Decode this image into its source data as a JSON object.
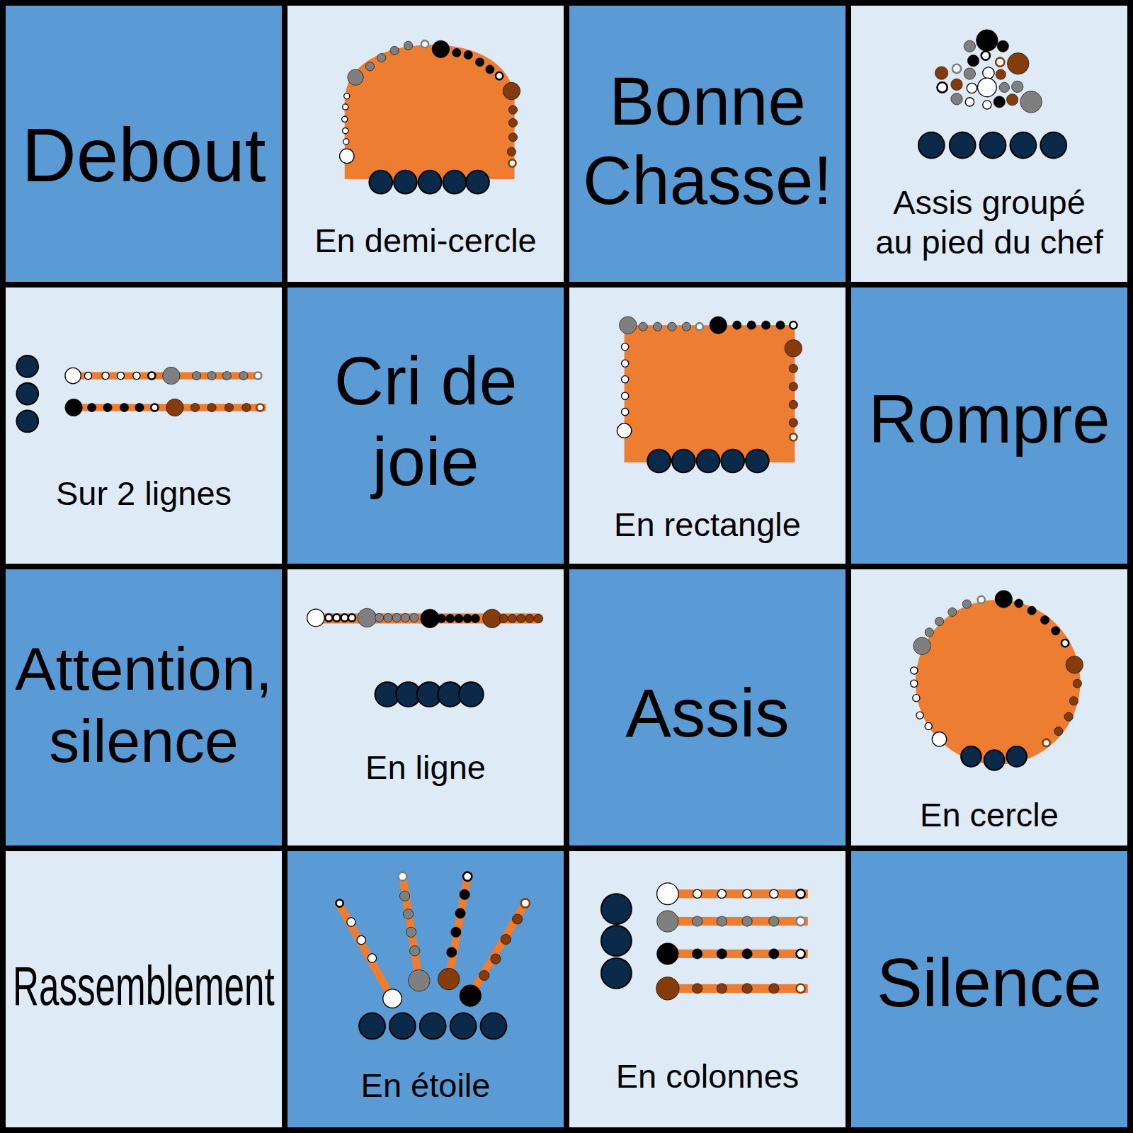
{
  "diagram": {
    "nodes": [
      {
        "text": [
          "Debout"
        ]
      },
      {
        "text": [
          "En demi-cercle"
        ]
      },
      {
        "text": [
          "Bonne Chasse!"
        ]
      },
      {
        "text": [
          "Assis groupé au pied du chef"
        ]
      },
      {
        "text": [
          "Sur 2 lignes"
        ]
      },
      {
        "text": [
          "Cri de joie"
        ]
      },
      {
        "text": [
          "En rectangle"
        ]
      },
      {
        "text": [
          "Rompre"
        ]
      },
      {
        "text": [
          "Attention, silence"
        ]
      },
      {
        "text": [
          "En ligne"
        ]
      },
      {
        "text": [
          "Assis"
        ]
      },
      {
        "text": [
          "En cercle"
        ]
      },
      {
        "text": [
          "Rassemblement"
        ]
      },
      {
        "text": [
          "En étoile"
        ]
      },
      {
        "text": [
          "En colonnes"
        ]
      },
      {
        "text": [
          "Silence"
        ]
      }
    ]
  }
}
